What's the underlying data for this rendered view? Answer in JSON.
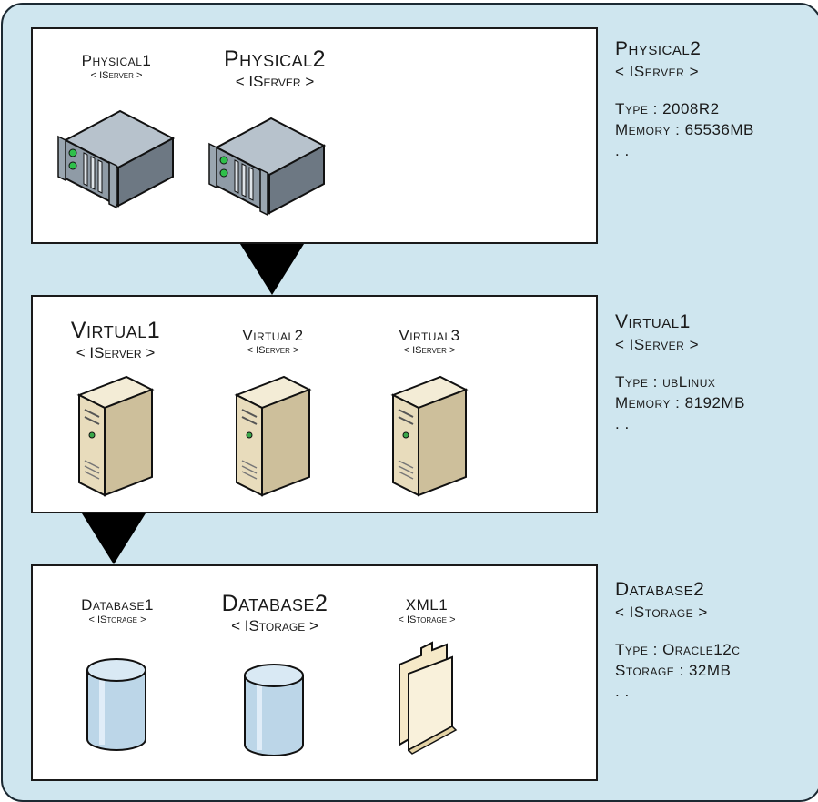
{
  "groups": [
    {
      "nodes": [
        {
          "name": "Physical1",
          "type": "< IServer >",
          "icon": "rack-server-icon"
        },
        {
          "name": "Physical2",
          "type": "< IServer >",
          "icon": "rack-server-icon"
        }
      ],
      "info": {
        "title": "Physical2",
        "type": "< IServer >",
        "line1": "Type : 2008R2",
        "line2": "Memory : 65536MB",
        "ellipsis": ". ."
      }
    },
    {
      "nodes": [
        {
          "name": "Virtual1",
          "type": "< IServer >",
          "icon": "tower-server-icon"
        },
        {
          "name": "Virtual2",
          "type": "< IServer >",
          "icon": "tower-server-icon"
        },
        {
          "name": "Virtual3",
          "type": "< IServer >",
          "icon": "tower-server-icon"
        }
      ],
      "info": {
        "title": "Virtual1",
        "type": "< IServer >",
        "line1": "Type : ubLinux",
        "line2": "Memory : 8192MB",
        "ellipsis": ". ."
      }
    },
    {
      "nodes": [
        {
          "name": "Database1",
          "type": "< IStorage >",
          "icon": "database-icon"
        },
        {
          "name": "Database2",
          "type": "< IStorage >",
          "icon": "database-icon"
        },
        {
          "name": "XML1",
          "type": "< IStorage >",
          "icon": "folder-icon"
        }
      ],
      "info": {
        "title": "Database2",
        "type": "< IStorage >",
        "line1": "Type : Oracle12c",
        "line2": "Storage : 32MB",
        "ellipsis": ". ."
      }
    }
  ],
  "colors": {
    "background": "#cfe6ef",
    "panel": "#ffffff",
    "server_rack": "#8f9ba6",
    "tower": "#e8dcbc",
    "database": "#bcd6e8",
    "folder": "#f6e9c8"
  }
}
